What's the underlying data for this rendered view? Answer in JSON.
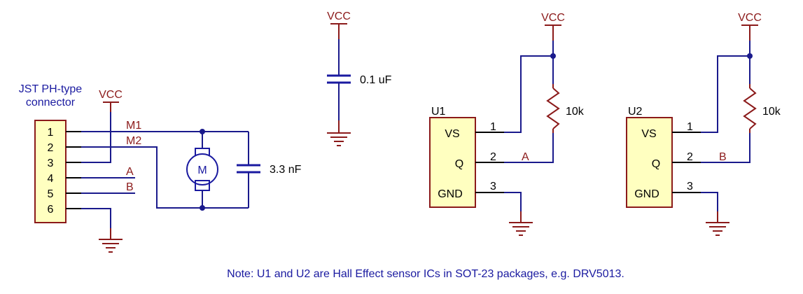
{
  "connector": {
    "title_line1": "JST PH-type",
    "title_line2": "connector",
    "pins": [
      "1",
      "2",
      "3",
      "4",
      "5",
      "6"
    ]
  },
  "power": {
    "vcc": "VCC"
  },
  "nets": {
    "m1": "M1",
    "m2": "M2",
    "a": "A",
    "b": "B"
  },
  "motor": {
    "label": "M"
  },
  "capacitors": {
    "motor_cap": "3.3 nF",
    "decoupling_cap": "0.1 uF"
  },
  "sensors": [
    {
      "ref": "U1",
      "pins": [
        {
          "name": "VS",
          "num": "1"
        },
        {
          "name": "Q",
          "num": "2"
        },
        {
          "name": "GND",
          "num": "3"
        }
      ],
      "resistor": "10k",
      "output": "A"
    },
    {
      "ref": "U2",
      "pins": [
        {
          "name": "VS",
          "num": "1"
        },
        {
          "name": "Q",
          "num": "2"
        },
        {
          "name": "GND",
          "num": "3"
        }
      ],
      "resistor": "10k",
      "output": "B"
    }
  ],
  "note": "Note: U1 and U2 are Hall Effect sensor ICs in SOT-23 packages, e.g. DRV5013."
}
